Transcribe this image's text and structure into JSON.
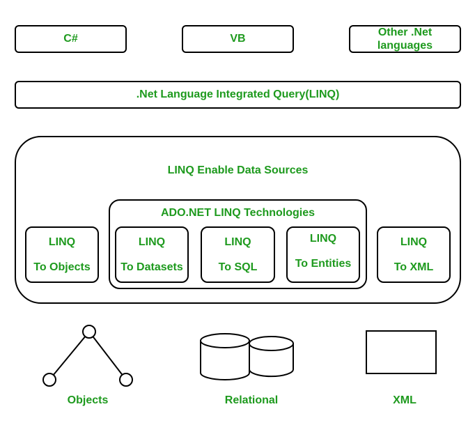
{
  "languages": [
    {
      "label": "C#"
    },
    {
      "label": "VB"
    },
    {
      "label": "Other .Net languages"
    }
  ],
  "linq_bar": ".Net Language Integrated Query(LINQ)",
  "data_sources": {
    "title": "LINQ Enable Data Sources",
    "ado_title": "ADO.NET LINQ Technologies",
    "items": [
      {
        "line1": "LINQ",
        "line2": "To Objects"
      },
      {
        "line1": "LINQ",
        "line2": "To Datasets"
      },
      {
        "line1": "LINQ",
        "line2": "To SQL"
      },
      {
        "line1": "LINQ",
        "line2": "To Entities"
      },
      {
        "line1": "LINQ",
        "line2": "To XML"
      }
    ]
  },
  "bottom": {
    "objects": "Objects",
    "relational": "Relational",
    "xml": "XML"
  },
  "colors": {
    "text": "#1e9a1e",
    "stroke": "#000000"
  }
}
